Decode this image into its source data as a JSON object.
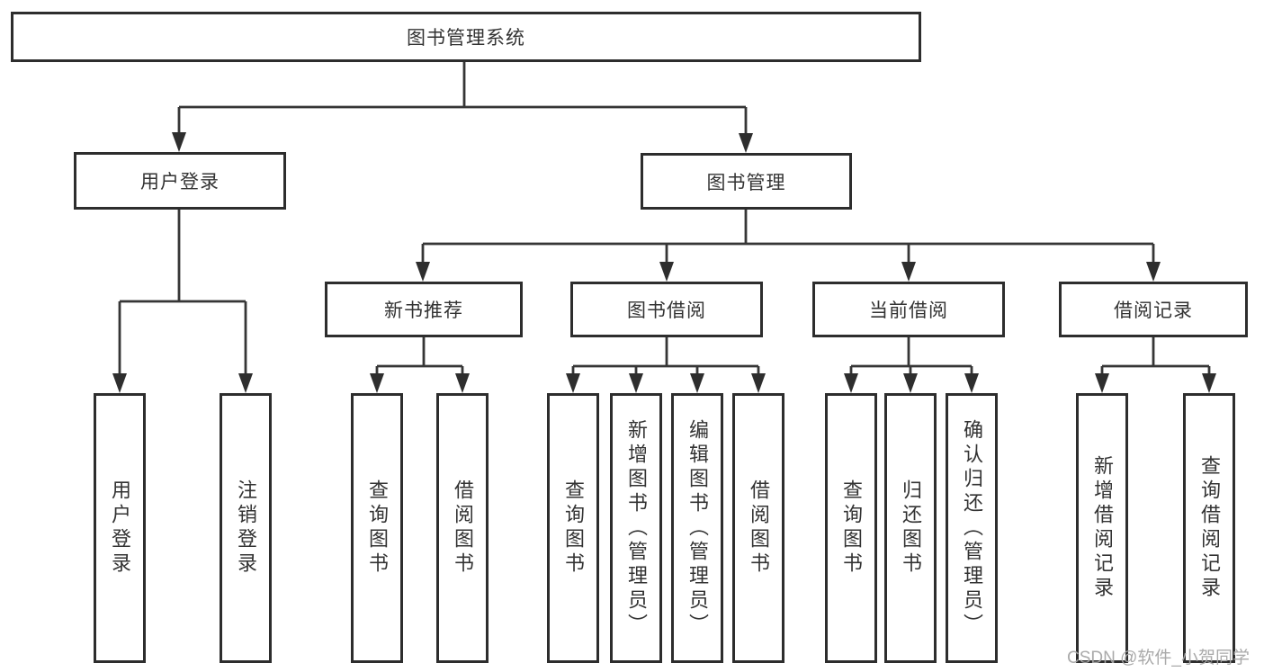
{
  "tree": {
    "root": {
      "label": "图书管理系统",
      "children": [
        {
          "label": "用户登录",
          "children": [
            {
              "label": "用户登录"
            },
            {
              "label": "注销登录"
            }
          ]
        },
        {
          "label": "图书管理",
          "children": [
            {
              "label": "新书推荐",
              "children": [
                {
                  "label": "查询图书"
                },
                {
                  "label": "借阅图书"
                }
              ]
            },
            {
              "label": "图书借阅",
              "children": [
                {
                  "label": "查询图书"
                },
                {
                  "label": "新增图书（管理员）"
                },
                {
                  "label": "编辑图书（管理员）"
                },
                {
                  "label": "借阅图书"
                }
              ]
            },
            {
              "label": "当前借阅",
              "children": [
                {
                  "label": "查询图书"
                },
                {
                  "label": "归还图书"
                },
                {
                  "label": "确认归还（管理员）"
                }
              ]
            },
            {
              "label": "借阅记录",
              "children": [
                {
                  "label": "新增借阅记录"
                },
                {
                  "label": "查询借阅记录"
                }
              ]
            }
          ]
        }
      ]
    }
  },
  "watermark": "CSDN @软件_小贺同学",
  "colors": {
    "line": "#363636",
    "box_border": "#2d2d2d",
    "text": "#333333",
    "watermark": "#a5a5a5",
    "background": "#ffffff"
  }
}
